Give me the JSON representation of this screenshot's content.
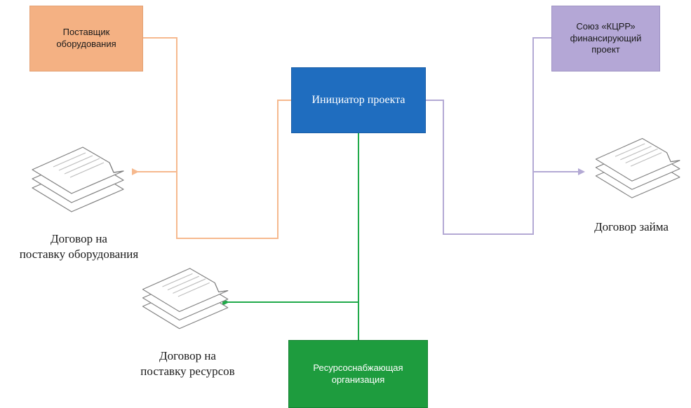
{
  "nodes": {
    "supplier": {
      "label": "Поставщик\nоборудования",
      "color": "#f4b183"
    },
    "union": {
      "label": "Союз «КЦРР»\nфинансирующий\nпроект",
      "color": "#b4a7d6"
    },
    "initiator": {
      "label": "Инициатор проекта",
      "color": "#1f6dbf"
    },
    "resource_org": {
      "label": "Ресурсоснабжающая\nорганизация",
      "color": "#1e9c3e"
    }
  },
  "documents": {
    "equipment_contract": {
      "label": "Договор на\nпоставку оборудования",
      "icon": "document-stack-icon"
    },
    "resource_contract": {
      "label": "Договор на\nпоставку ресурсов",
      "icon": "document-stack-icon"
    },
    "loan_contract": {
      "label": "Договор займа",
      "icon": "document-stack-icon"
    }
  },
  "edge_colors": {
    "supplier": "#f6b98e",
    "union": "#b3a9d4",
    "resource": "#21aa4a"
  }
}
